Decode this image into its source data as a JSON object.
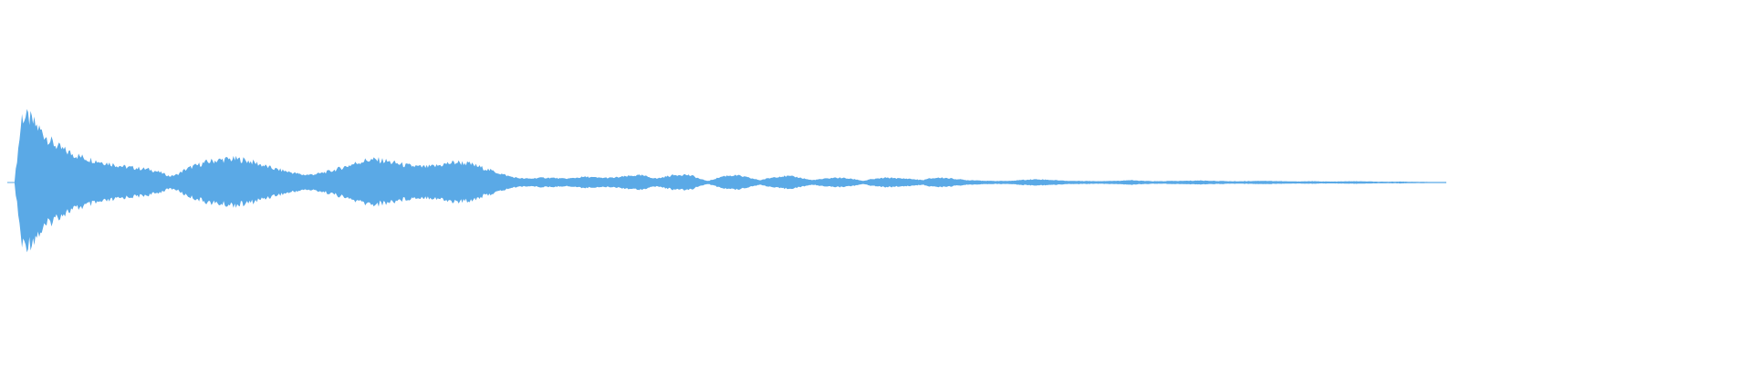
{
  "waveform": {
    "color": "#5aa9e6",
    "background": "#ffffff",
    "envelope": [
      0.02,
      0.85,
      0.82,
      0.72,
      0.62,
      0.52,
      0.45,
      0.4,
      0.36,
      0.33,
      0.3,
      0.28,
      0.26,
      0.24,
      0.22,
      0.2,
      0.19,
      0.18,
      0.17,
      0.15,
      0.12,
      0.08,
      0.1,
      0.16,
      0.2,
      0.23,
      0.26,
      0.28,
      0.29,
      0.3,
      0.3,
      0.29,
      0.27,
      0.24,
      0.21,
      0.18,
      0.16,
      0.14,
      0.12,
      0.1,
      0.1,
      0.11,
      0.13,
      0.15,
      0.18,
      0.21,
      0.24,
      0.27,
      0.29,
      0.29,
      0.28,
      0.26,
      0.24,
      0.22,
      0.21,
      0.2,
      0.2,
      0.21,
      0.23,
      0.25,
      0.26,
      0.25,
      0.23,
      0.2,
      0.17,
      0.14,
      0.11,
      0.08,
      0.06,
      0.05,
      0.05,
      0.06,
      0.06,
      0.06,
      0.05,
      0.05,
      0.06,
      0.07,
      0.07,
      0.06,
      0.06,
      0.06,
      0.07,
      0.08,
      0.09,
      0.09,
      0.07,
      0.05,
      0.07,
      0.09,
      0.1,
      0.1,
      0.08,
      0.04,
      0.02,
      0.05,
      0.08,
      0.09,
      0.09,
      0.07,
      0.05,
      0.03,
      0.05,
      0.07,
      0.08,
      0.08,
      0.07,
      0.05,
      0.03,
      0.04,
      0.05,
      0.06,
      0.06,
      0.05,
      0.04,
      0.02,
      0.04,
      0.05,
      0.06,
      0.06,
      0.05,
      0.05,
      0.04,
      0.03,
      0.05,
      0.06,
      0.06,
      0.05,
      0.04,
      0.03,
      0.03,
      0.025,
      0.02,
      0.02,
      0.02,
      0.02,
      0.03,
      0.035,
      0.04,
      0.04,
      0.035,
      0.03,
      0.025,
      0.02,
      0.02,
      0.02,
      0.018,
      0.018,
      0.02,
      0.02,
      0.025,
      0.03,
      0.025,
      0.02,
      0.018,
      0.016,
      0.018,
      0.02,
      0.02,
      0.022,
      0.025,
      0.025,
      0.022,
      0.02,
      0.018,
      0.016,
      0.016,
      0.018,
      0.02,
      0.022,
      0.02,
      0.018,
      0.016,
      0.014,
      0.014,
      0.016,
      0.016,
      0.014,
      0.012,
      0.012,
      0.014,
      0.016,
      0.016,
      0.014,
      0.012,
      0.01,
      0.01,
      0.012,
      0.012,
      0.01,
      0.008,
      0.008,
      0.006,
      0.004,
      0.002
    ]
  }
}
